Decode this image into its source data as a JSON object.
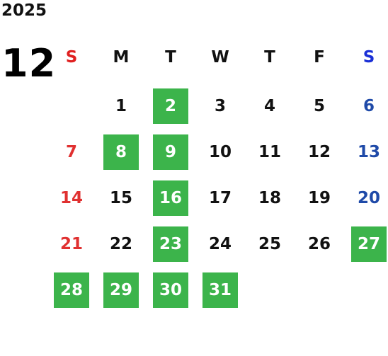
{
  "calendar": {
    "year": "2025",
    "month": "12",
    "weekdays": [
      "S",
      "M",
      "T",
      "W",
      "T",
      "F",
      "S"
    ],
    "weekday_colors": [
      "#e02020",
      "#111111",
      "#111111",
      "#111111",
      "#111111",
      "#111111",
      "#1a2fd6"
    ],
    "day_colors": {
      "sunday": "#e03030",
      "weekday": "#111111",
      "saturday": "#1f4aa8"
    },
    "highlight_color": "#3cb44b",
    "first_weekday_index": 1,
    "days": [
      {
        "day": "1",
        "highlighted": false
      },
      {
        "day": "2",
        "highlighted": true
      },
      {
        "day": "3",
        "highlighted": false
      },
      {
        "day": "4",
        "highlighted": false
      },
      {
        "day": "5",
        "highlighted": false
      },
      {
        "day": "6",
        "highlighted": false
      },
      {
        "day": "7",
        "highlighted": false
      },
      {
        "day": "8",
        "highlighted": true
      },
      {
        "day": "9",
        "highlighted": true
      },
      {
        "day": "10",
        "highlighted": false
      },
      {
        "day": "11",
        "highlighted": false
      },
      {
        "day": "12",
        "highlighted": false
      },
      {
        "day": "13",
        "highlighted": false
      },
      {
        "day": "14",
        "highlighted": false
      },
      {
        "day": "15",
        "highlighted": false
      },
      {
        "day": "16",
        "highlighted": true
      },
      {
        "day": "17",
        "highlighted": false
      },
      {
        "day": "18",
        "highlighted": false
      },
      {
        "day": "19",
        "highlighted": false
      },
      {
        "day": "20",
        "highlighted": false
      },
      {
        "day": "21",
        "highlighted": false
      },
      {
        "day": "22",
        "highlighted": false
      },
      {
        "day": "23",
        "highlighted": true
      },
      {
        "day": "24",
        "highlighted": false
      },
      {
        "day": "25",
        "highlighted": false
      },
      {
        "day": "26",
        "highlighted": false
      },
      {
        "day": "27",
        "highlighted": true
      },
      {
        "day": "28",
        "highlighted": true
      },
      {
        "day": "29",
        "highlighted": true
      },
      {
        "day": "30",
        "highlighted": true
      },
      {
        "day": "31",
        "highlighted": true
      }
    ]
  }
}
